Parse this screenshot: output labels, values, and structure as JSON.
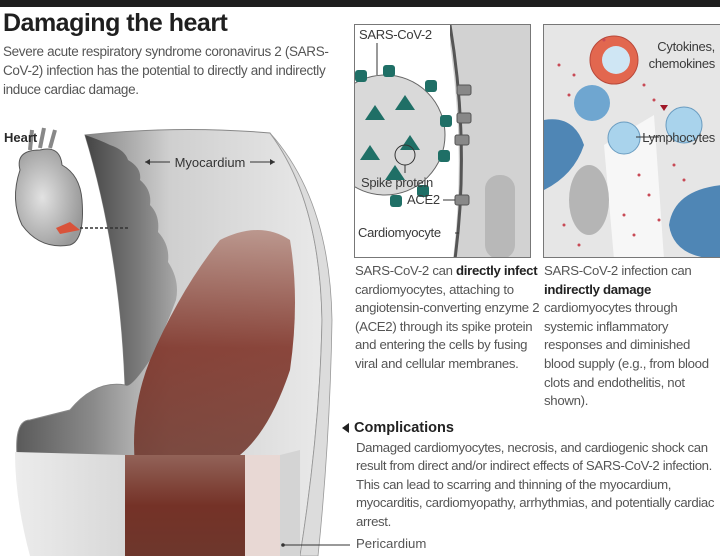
{
  "header": {
    "title": "Damaging the heart",
    "subtitle": "Severe acute respiratory syndrome coronavirus 2 (SARS-CoV-2) infection has the potential to directly and indirectly induce cardiac damage."
  },
  "heart_section": {
    "label": "Heart",
    "myocardium_label": "Myocardium",
    "pericardium_label": "Pericardium"
  },
  "panel_direct": {
    "labels": {
      "virus": "SARS-CoV-2",
      "spike": "Spike protein",
      "ace2": "ACE2",
      "cell": "Cardiomyocyte"
    },
    "caption": {
      "part1": "SARS-CoV-2 can ",
      "bold": "directly infect",
      "part2": " cardiomyocytes, attaching to angiotensin-converting enzyme 2 (ACE2) through its spike protein and entering the cells by fusing viral and cellular membranes."
    }
  },
  "panel_indirect": {
    "labels": {
      "cytokines": "Cytokines,",
      "chemokines": "chemokines",
      "lymphocytes": "Lymphocytes"
    },
    "caption": {
      "part1": "SARS-CoV-2 infection can ",
      "bold": "indirectly damage",
      "part2": " cardiomyocytes through systemic inflammatory responses and diminished blood supply (e.g., from blood clots and endothelitis, not shown)."
    }
  },
  "complications": {
    "title": "Complications",
    "body": "Damaged cardiomyocytes, necrosis, and cardiogenic shock can result from direct and/or indirect effects of SARS-CoV-2 infection. This can lead to scarring and thinning of the myocardium, myocarditis, cardiomyopathy, arrhythmias, and potentially cardiac arrest."
  },
  "colors": {
    "topbar": "#1e1e1e",
    "virus_spike": "#1f6f66",
    "virus_body": "#d9d9d9",
    "damage": "#7a2a1e",
    "immune_cell_blue": "#4f86b5",
    "lymphocyte": "#a9d3ec",
    "macrophage_red": "#e2674f"
  }
}
